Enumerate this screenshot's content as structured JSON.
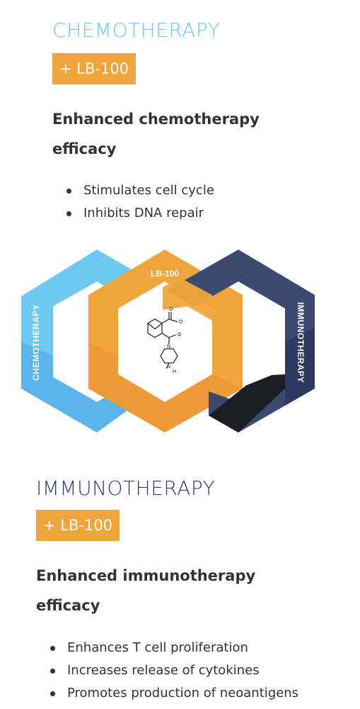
{
  "sections": {
    "chemo": {
      "title": "CHEMOTHERAPY",
      "badge": "+ LB-100",
      "subhead_line1": "Enhanced chemotherapy",
      "subhead_line2": "efficacy",
      "bullets": [
        "Stimulates cell cycle",
        "Inhibits DNA repair"
      ],
      "title_color": "#6fc8ef"
    },
    "immuno": {
      "title": "IMMUNOTHERAPY",
      "badge": "+ LB-100",
      "subhead_line1": "Enhanced immunotherapy",
      "subhead_line2": "efficacy",
      "bullets": [
        "Enhances T cell proliferation",
        "Increases release of cytokines",
        "Promotes production of neoantigens"
      ],
      "title_color": "#2c3f6b"
    }
  },
  "graphic": {
    "labels": {
      "left": "CHEMOTHERAPY",
      "center": "LB-100",
      "right": "IMMUNOTHERAPY"
    },
    "molecule_atoms": {
      "o1": "O",
      "o2": "O",
      "o3": "O",
      "n1": "N",
      "n2": "N",
      "h": "H"
    },
    "colors": {
      "chemo_blue": "#6fc8ef",
      "lb100_orange": "#f0a53c",
      "immuno_navy": "#3c4a70",
      "dark": "#1b1e22",
      "badge_orange": "#f0a53c"
    }
  }
}
